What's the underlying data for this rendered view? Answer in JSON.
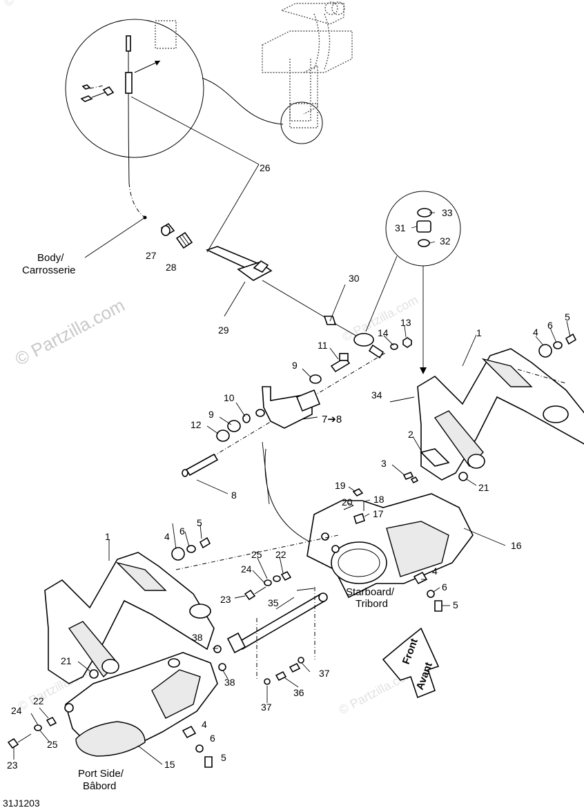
{
  "watermark": {
    "main": "© Partzilla.com",
    "faint": "© Partzilla.com"
  },
  "diagram_code": "31J1203",
  "labels": {
    "body": "Body/",
    "body_fr": "Carrosserie",
    "starboard": "Starboard/",
    "starboard_fr": "Tribord",
    "port": "Port Side/",
    "port_fr": "Bâbord",
    "front": "Front",
    "front_fr": "Avant",
    "arrow_78": "7➔8"
  },
  "callouts": [
    "1",
    "2",
    "3",
    "4",
    "5",
    "6",
    "8",
    "9",
    "10",
    "11",
    "12",
    "13",
    "14",
    "15",
    "16",
    "17",
    "18",
    "19",
    "20",
    "21",
    "22",
    "23",
    "24",
    "25",
    "26",
    "27",
    "28",
    "29",
    "30",
    "31",
    "32",
    "33",
    "34",
    "35",
    "36",
    "37",
    "38"
  ]
}
